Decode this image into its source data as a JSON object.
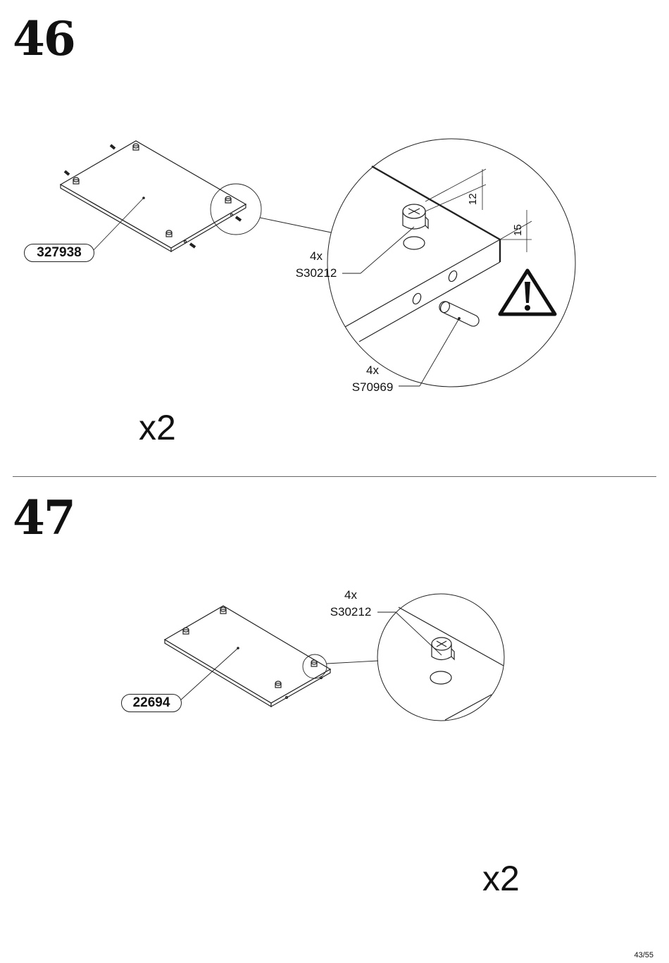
{
  "steps": [
    {
      "number": "46",
      "part_number": "327938",
      "fittings": [
        {
          "qty": "4x",
          "code": "S30212"
        },
        {
          "qty": "4x",
          "code": "S70969"
        }
      ],
      "dimensions": [
        "12",
        "15"
      ],
      "multiplier": "x2"
    },
    {
      "number": "47",
      "part_number": "22694",
      "fittings": [
        {
          "qty": "4x",
          "code": "S30212"
        }
      ],
      "multiplier": "x2"
    }
  ],
  "page_indicator": "43/55",
  "icons": [
    "warning-triangle-icon",
    "cam-lock-icon",
    "wooden-dowel-icon"
  ]
}
